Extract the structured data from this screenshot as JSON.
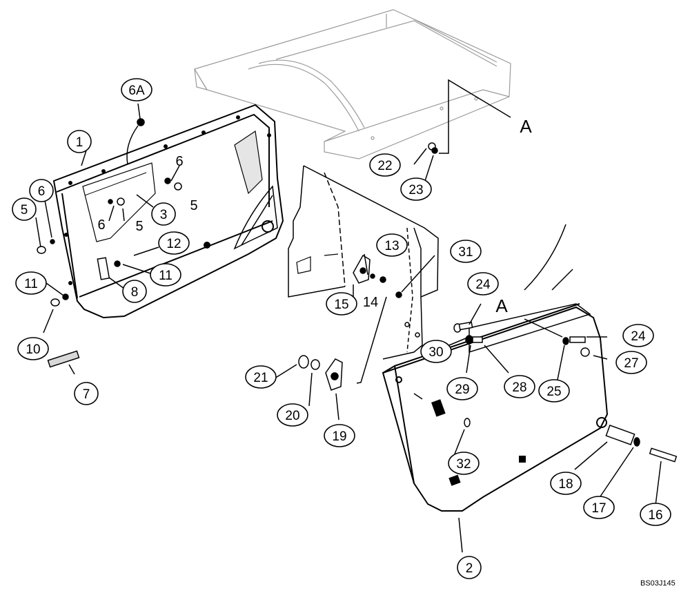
{
  "diagram": {
    "callouts": [
      {
        "id": "c1",
        "label": "1"
      },
      {
        "id": "c2",
        "label": "2"
      },
      {
        "id": "c3",
        "label": "3"
      },
      {
        "id": "c5a",
        "label": "5"
      },
      {
        "id": "c6a",
        "label": "6"
      },
      {
        "id": "c6A",
        "label": "6A"
      },
      {
        "id": "c7",
        "label": "7"
      },
      {
        "id": "c8",
        "label": "8"
      },
      {
        "id": "c10",
        "label": "10"
      },
      {
        "id": "c11a",
        "label": "11"
      },
      {
        "id": "c11b",
        "label": "11"
      },
      {
        "id": "c12",
        "label": "12"
      },
      {
        "id": "c13",
        "label": "13"
      },
      {
        "id": "c15",
        "label": "15"
      },
      {
        "id": "c16",
        "label": "16"
      },
      {
        "id": "c17",
        "label": "17"
      },
      {
        "id": "c18",
        "label": "18"
      },
      {
        "id": "c19",
        "label": "19"
      },
      {
        "id": "c20",
        "label": "20"
      },
      {
        "id": "c21",
        "label": "21"
      },
      {
        "id": "c22",
        "label": "22"
      },
      {
        "id": "c23",
        "label": "23"
      },
      {
        "id": "c24a",
        "label": "24"
      },
      {
        "id": "c24b",
        "label": "24"
      },
      {
        "id": "c25",
        "label": "25"
      },
      {
        "id": "c27",
        "label": "27"
      },
      {
        "id": "c28",
        "label": "28"
      },
      {
        "id": "c29",
        "label": "29"
      },
      {
        "id": "c30",
        "label": "30"
      },
      {
        "id": "c31",
        "label": "31"
      },
      {
        "id": "c32",
        "label": "32"
      }
    ],
    "plain_labels": [
      {
        "id": "t5a",
        "label": "5"
      },
      {
        "id": "t5b",
        "label": "5"
      },
      {
        "id": "t6a",
        "label": "6"
      },
      {
        "id": "t6b",
        "label": "6"
      },
      {
        "id": "t14",
        "label": "14"
      }
    ],
    "view_markers": [
      {
        "id": "vA1",
        "label": "A"
      },
      {
        "id": "vA2",
        "label": "A"
      }
    ],
    "reference_code": "BS03J145"
  }
}
